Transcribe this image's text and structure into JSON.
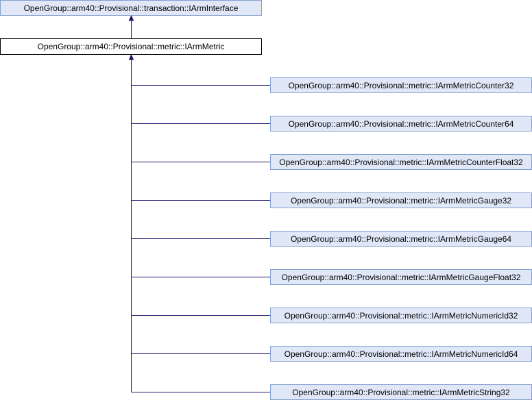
{
  "diagram": {
    "colors": {
      "edge": "#191970",
      "node_fill_base": "#e0e8f8",
      "node_border_base": "#84a0d0",
      "node_fill_current": "#ffffff",
      "node_border_current": "#000000"
    },
    "base_interface": {
      "label": "OpenGroup::arm40::Provisional::transaction::IArmInterface"
    },
    "current_class": {
      "label": "OpenGroup::arm40::Provisional::metric::IArmMetric"
    },
    "derived_classes": [
      {
        "label": "OpenGroup::arm40::Provisional::metric::IArmMetricCounter32"
      },
      {
        "label": "OpenGroup::arm40::Provisional::metric::IArmMetricCounter64"
      },
      {
        "label": "OpenGroup::arm40::Provisional::metric::IArmMetricCounterFloat32"
      },
      {
        "label": "OpenGroup::arm40::Provisional::metric::IArmMetricGauge32"
      },
      {
        "label": "OpenGroup::arm40::Provisional::metric::IArmMetricGauge64"
      },
      {
        "label": "OpenGroup::arm40::Provisional::metric::IArmMetricGaugeFloat32"
      },
      {
        "label": "OpenGroup::arm40::Provisional::metric::IArmMetricNumericId32"
      },
      {
        "label": "OpenGroup::arm40::Provisional::metric::IArmMetricNumericId64"
      },
      {
        "label": "OpenGroup::arm40::Provisional::metric::IArmMetricString32"
      }
    ]
  }
}
